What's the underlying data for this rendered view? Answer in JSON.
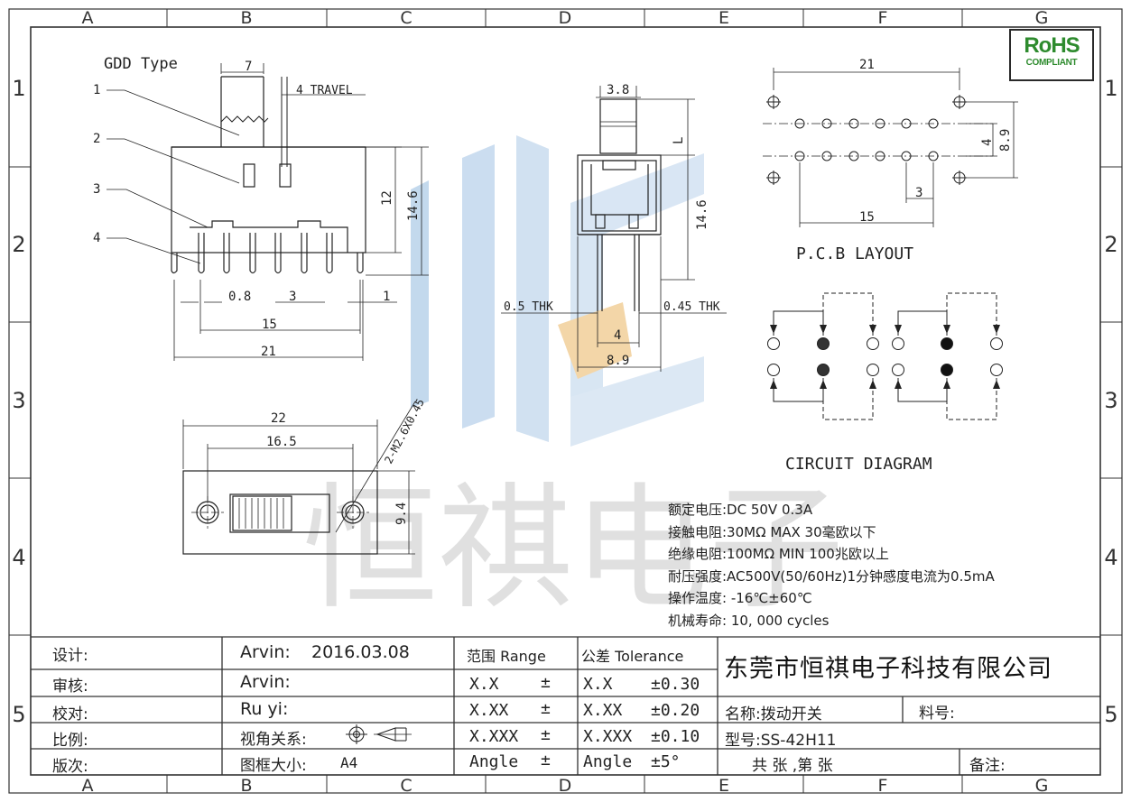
{
  "grid": {
    "columns": [
      "A",
      "B",
      "C",
      "D",
      "E",
      "F",
      "G"
    ],
    "rows": [
      "1",
      "2",
      "3",
      "4",
      "5"
    ]
  },
  "rohs": {
    "title": "RoHS",
    "subtitle": "COMPLIANT"
  },
  "side_view": {
    "type_label": "GDD Type",
    "callouts": [
      "1",
      "2",
      "3",
      "4"
    ],
    "dims": {
      "top_width": "7",
      "travel": "4 TRAVEL",
      "height_body": "12",
      "height_total": "14.6",
      "pin_width": "0.8",
      "pin_pitch": "3",
      "pin_edge": "1",
      "pin_span": "15",
      "overall": "21"
    }
  },
  "end_view": {
    "dims": {
      "actuator": "3.8",
      "l": "L",
      "height": "14.6",
      "thk_left": "0.5 THK",
      "thk_right": "0.45 THK",
      "pin_row": "4",
      "width": "8.9"
    }
  },
  "pcb": {
    "title": "P.C.B LAYOUT",
    "dims": {
      "overall": "21",
      "row_gap": "4",
      "outer": "8.9",
      "pitch": "3",
      "span": "15"
    }
  },
  "circuit": {
    "title": "CIRCUIT DIAGRAM"
  },
  "top_view": {
    "dims": {
      "overall": "22",
      "hole_pitch": "16.5",
      "height": "9.4",
      "screw": "2-M2.6X0.45"
    }
  },
  "watermark": {
    "text": "恒祺电子"
  },
  "specs": [
    "额定电压:DC 50V 0.3A",
    "接触电阻:30MΩ MAX 30毫欧以下",
    "绝缘电阻:100MΩ MIN 100兆欧以上",
    "耐压强度:AC500V(50/60Hz)1分钟感度电流为0.5mA",
    "操作温度: -16℃±60℃",
    "机械寿命: 10, 000 cycles"
  ],
  "title_block": {
    "design_label": "设计:",
    "design_value": "Arvin:",
    "date": "2016.03.08",
    "review_label": "审核:",
    "review_value": "Arvin:",
    "check_label": "校对:",
    "check_value": "Ru yi:",
    "scale_label": "比例:",
    "view_label": "视角关系:",
    "version_label": "版次:",
    "frame_label": "图框大小:",
    "frame_value": "A4",
    "range_header": "范围 Range",
    "tol_header": "公差 Tolerance",
    "range_rows": [
      "X.X",
      "X.XX",
      "X.XXX",
      "Angle"
    ],
    "pm": "±",
    "tol_rows": [
      {
        "label": "X.X",
        "value": "±0.30"
      },
      {
        "label": "X.XX",
        "value": "±0.20"
      },
      {
        "label": "X.XXX",
        "value": "±0.10"
      },
      {
        "label": "Angle",
        "value": "±5°"
      }
    ],
    "company": "东莞市恒祺电子科技有限公司",
    "name_label": "名称:拨动开关",
    "part_label": "料号:",
    "model_label": "型号:SS-42H11",
    "sheet_text": "共   张 ,第   张",
    "remark_label": "备注:"
  }
}
